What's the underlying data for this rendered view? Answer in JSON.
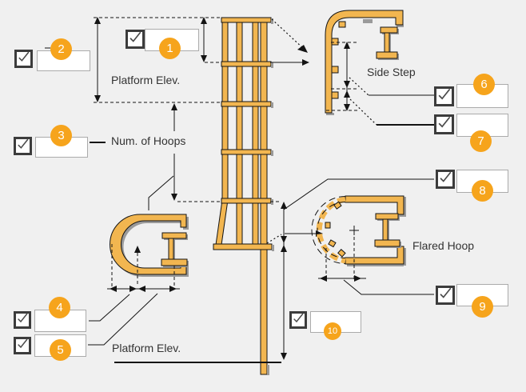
{
  "colors": {
    "background": "#F0F0F0",
    "accent": "#F6A41C",
    "drawing_fill": "#F2B650",
    "line": "#141414"
  },
  "labels": {
    "platform_elev_top": "Platform Elev.",
    "num_of_hoops": "Num. of Hoops",
    "side_step": "Side Step",
    "flared_hoop": "Flared Hoop",
    "platform_elev_bottom": "Platform Elev."
  },
  "fields": [
    {
      "badge": "1",
      "checked": true,
      "value": ""
    },
    {
      "badge": "2",
      "checked": true,
      "value": ""
    },
    {
      "badge": "3",
      "checked": true,
      "value": ""
    },
    {
      "badge": "4",
      "checked": true,
      "value": ""
    },
    {
      "badge": "5",
      "checked": true,
      "value": ""
    },
    {
      "badge": "6",
      "checked": true,
      "value": ""
    },
    {
      "badge": "7",
      "checked": true,
      "value": ""
    },
    {
      "badge": "8",
      "checked": true,
      "value": ""
    },
    {
      "badge": "9",
      "checked": true,
      "value": ""
    },
    {
      "badge": "10",
      "checked": true,
      "value": ""
    }
  ]
}
